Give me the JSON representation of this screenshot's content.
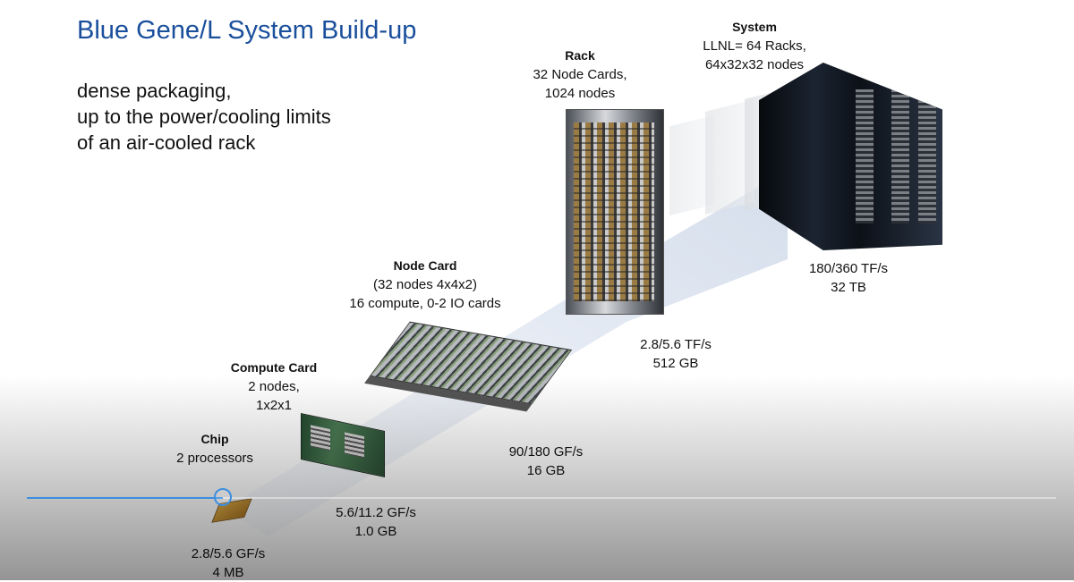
{
  "slide": {
    "title": "Blue Gene/L System Build-up",
    "subtitle_lines": [
      "dense packaging,",
      "up to the power/cooling limits",
      "of an air-cooled rack"
    ],
    "levels": {
      "system": {
        "heading": "System",
        "desc": [
          "LLNL= 64 Racks,",
          "64x32x32 nodes"
        ],
        "perf": [
          "180/360 TF/s",
          "32 TB"
        ]
      },
      "rack": {
        "heading": "Rack",
        "desc": [
          "32 Node Cards,",
          "1024 nodes"
        ],
        "perf": [
          "2.8/5.6 TF/s",
          "512 GB"
        ]
      },
      "node_card": {
        "heading": "Node Card",
        "desc": [
          "(32 nodes  4x4x2)",
          "16 compute, 0-2 IO cards"
        ],
        "perf": [
          "90/180 GF/s",
          "16 GB"
        ]
      },
      "compute_card": {
        "heading": "Compute Card",
        "desc": [
          "2 nodes,",
          "1x2x1"
        ],
        "perf": [
          "5.6/11.2 GF/s",
          "1.0 GB"
        ]
      },
      "chip": {
        "heading": "Chip",
        "desc": [
          "2 processors"
        ],
        "perf": [
          "2.8/5.6 GF/s",
          "4 MB"
        ]
      }
    }
  },
  "player": {
    "progress_fraction": 0.19,
    "accent_color": "#3b8fe0"
  }
}
